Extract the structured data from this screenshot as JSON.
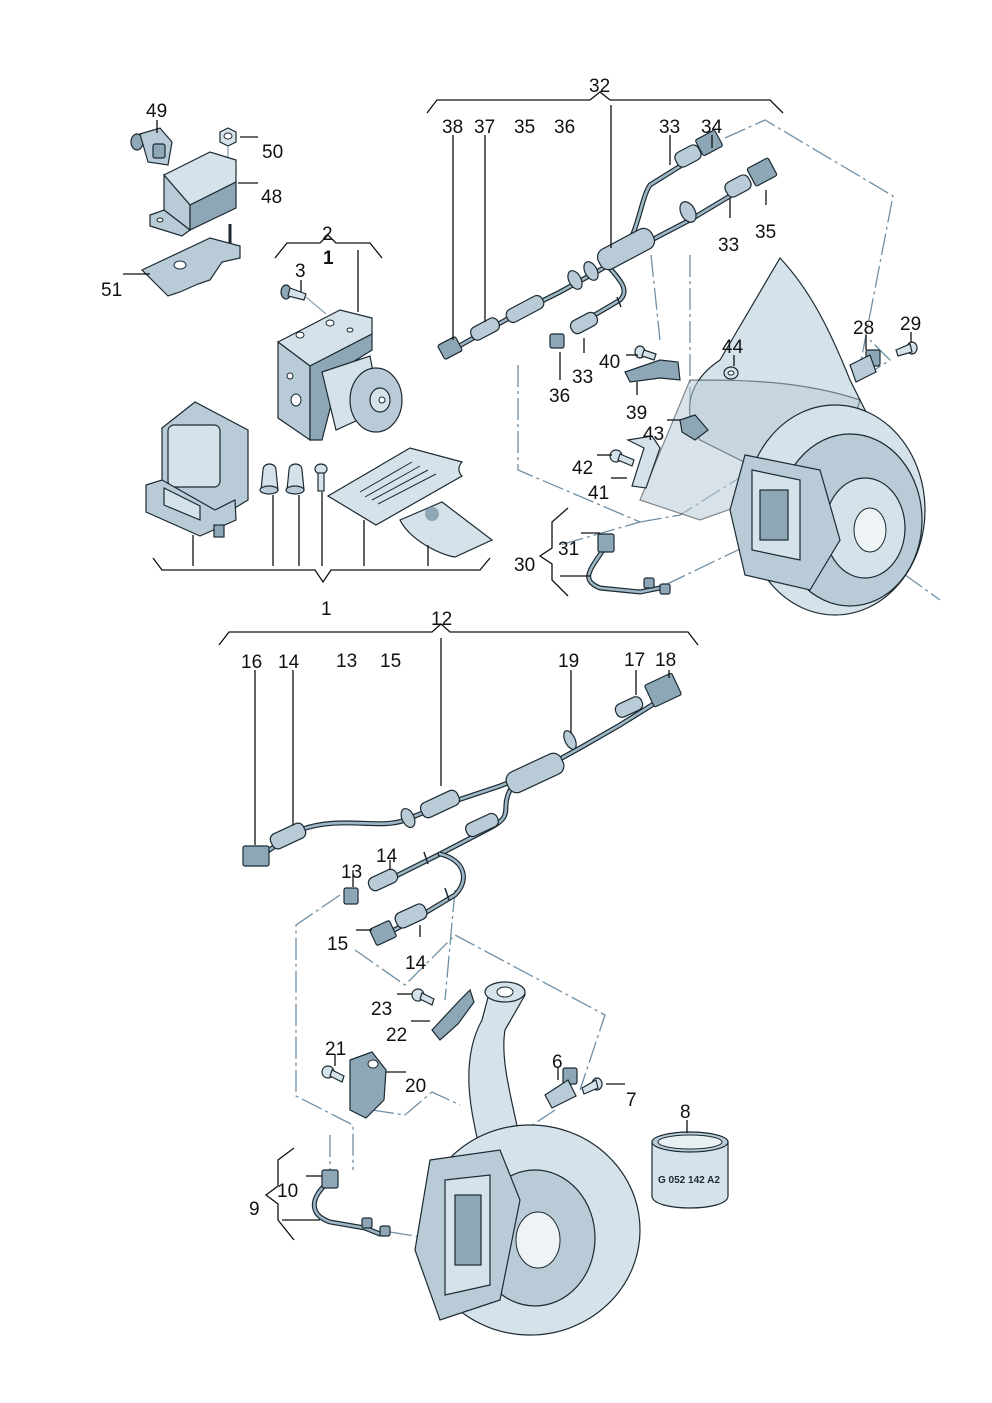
{
  "diagram": {
    "type": "exploded parts diagram",
    "subject": "ABS control unit, hydraulic unit, wheel speed sensors and wiring harnesses",
    "colors": {
      "part_fill": "#b9cbd6",
      "part_outline": "#1b2a33",
      "dash_line": "#6f8fa6",
      "label": "#111111"
    },
    "labels": {
      "n1_top": "1",
      "n1_kit": "1",
      "n2": "2",
      "n3": "3",
      "n6": "6",
      "n7": "7",
      "n8": "8",
      "n9": "9",
      "n10": "10",
      "n12": "12",
      "n13a": "13",
      "n13b": "13",
      "n14a": "14",
      "n14b": "14",
      "n14c": "14",
      "n15a": "15",
      "n15b": "15",
      "n16": "16",
      "n17": "17",
      "n18": "18",
      "n19": "19",
      "n20": "20",
      "n21": "21",
      "n22": "22",
      "n23": "23",
      "n28": "28",
      "n29": "29",
      "n30": "30",
      "n31": "31",
      "n32": "32",
      "n33a": "33",
      "n33b": "33",
      "n33c": "33",
      "n34": "34",
      "n35a": "35",
      "n35b": "35",
      "n36a": "36",
      "n36b": "36",
      "n37": "37",
      "n38": "38",
      "n39": "39",
      "n40": "40",
      "n41": "41",
      "n42": "42",
      "n43": "43",
      "n44": "44",
      "n48": "48",
      "n49": "49",
      "n50": "50",
      "n51": "51"
    },
    "part_stamp": "G 052 142 A2",
    "parts": [
      {
        "id": "1",
        "name": "ABS control unit kit"
      },
      {
        "id": "2",
        "name": "hydraulic unit"
      },
      {
        "id": "3",
        "name": "bolt"
      },
      {
        "id": "6",
        "name": "rear wheel speed sensor"
      },
      {
        "id": "7",
        "name": "bolt"
      },
      {
        "id": "8",
        "name": "grease / sleeve G 052 142 A2"
      },
      {
        "id": "9",
        "name": "brake pad wear indicator wire set"
      },
      {
        "id": "10",
        "name": "connector"
      },
      {
        "id": "12",
        "name": "rear wiring harness"
      },
      {
        "id": "20",
        "name": "bracket"
      },
      {
        "id": "22",
        "name": "bracket"
      },
      {
        "id": "28",
        "name": "front wheel speed sensor"
      },
      {
        "id": "30",
        "name": "brake pad wear indicator wire set"
      },
      {
        "id": "32",
        "name": "front wiring harness"
      },
      {
        "id": "48",
        "name": "acceleration sensor"
      },
      {
        "id": "49",
        "name": "connector"
      },
      {
        "id": "50",
        "name": "nut"
      },
      {
        "id": "51",
        "name": "bracket"
      }
    ]
  }
}
